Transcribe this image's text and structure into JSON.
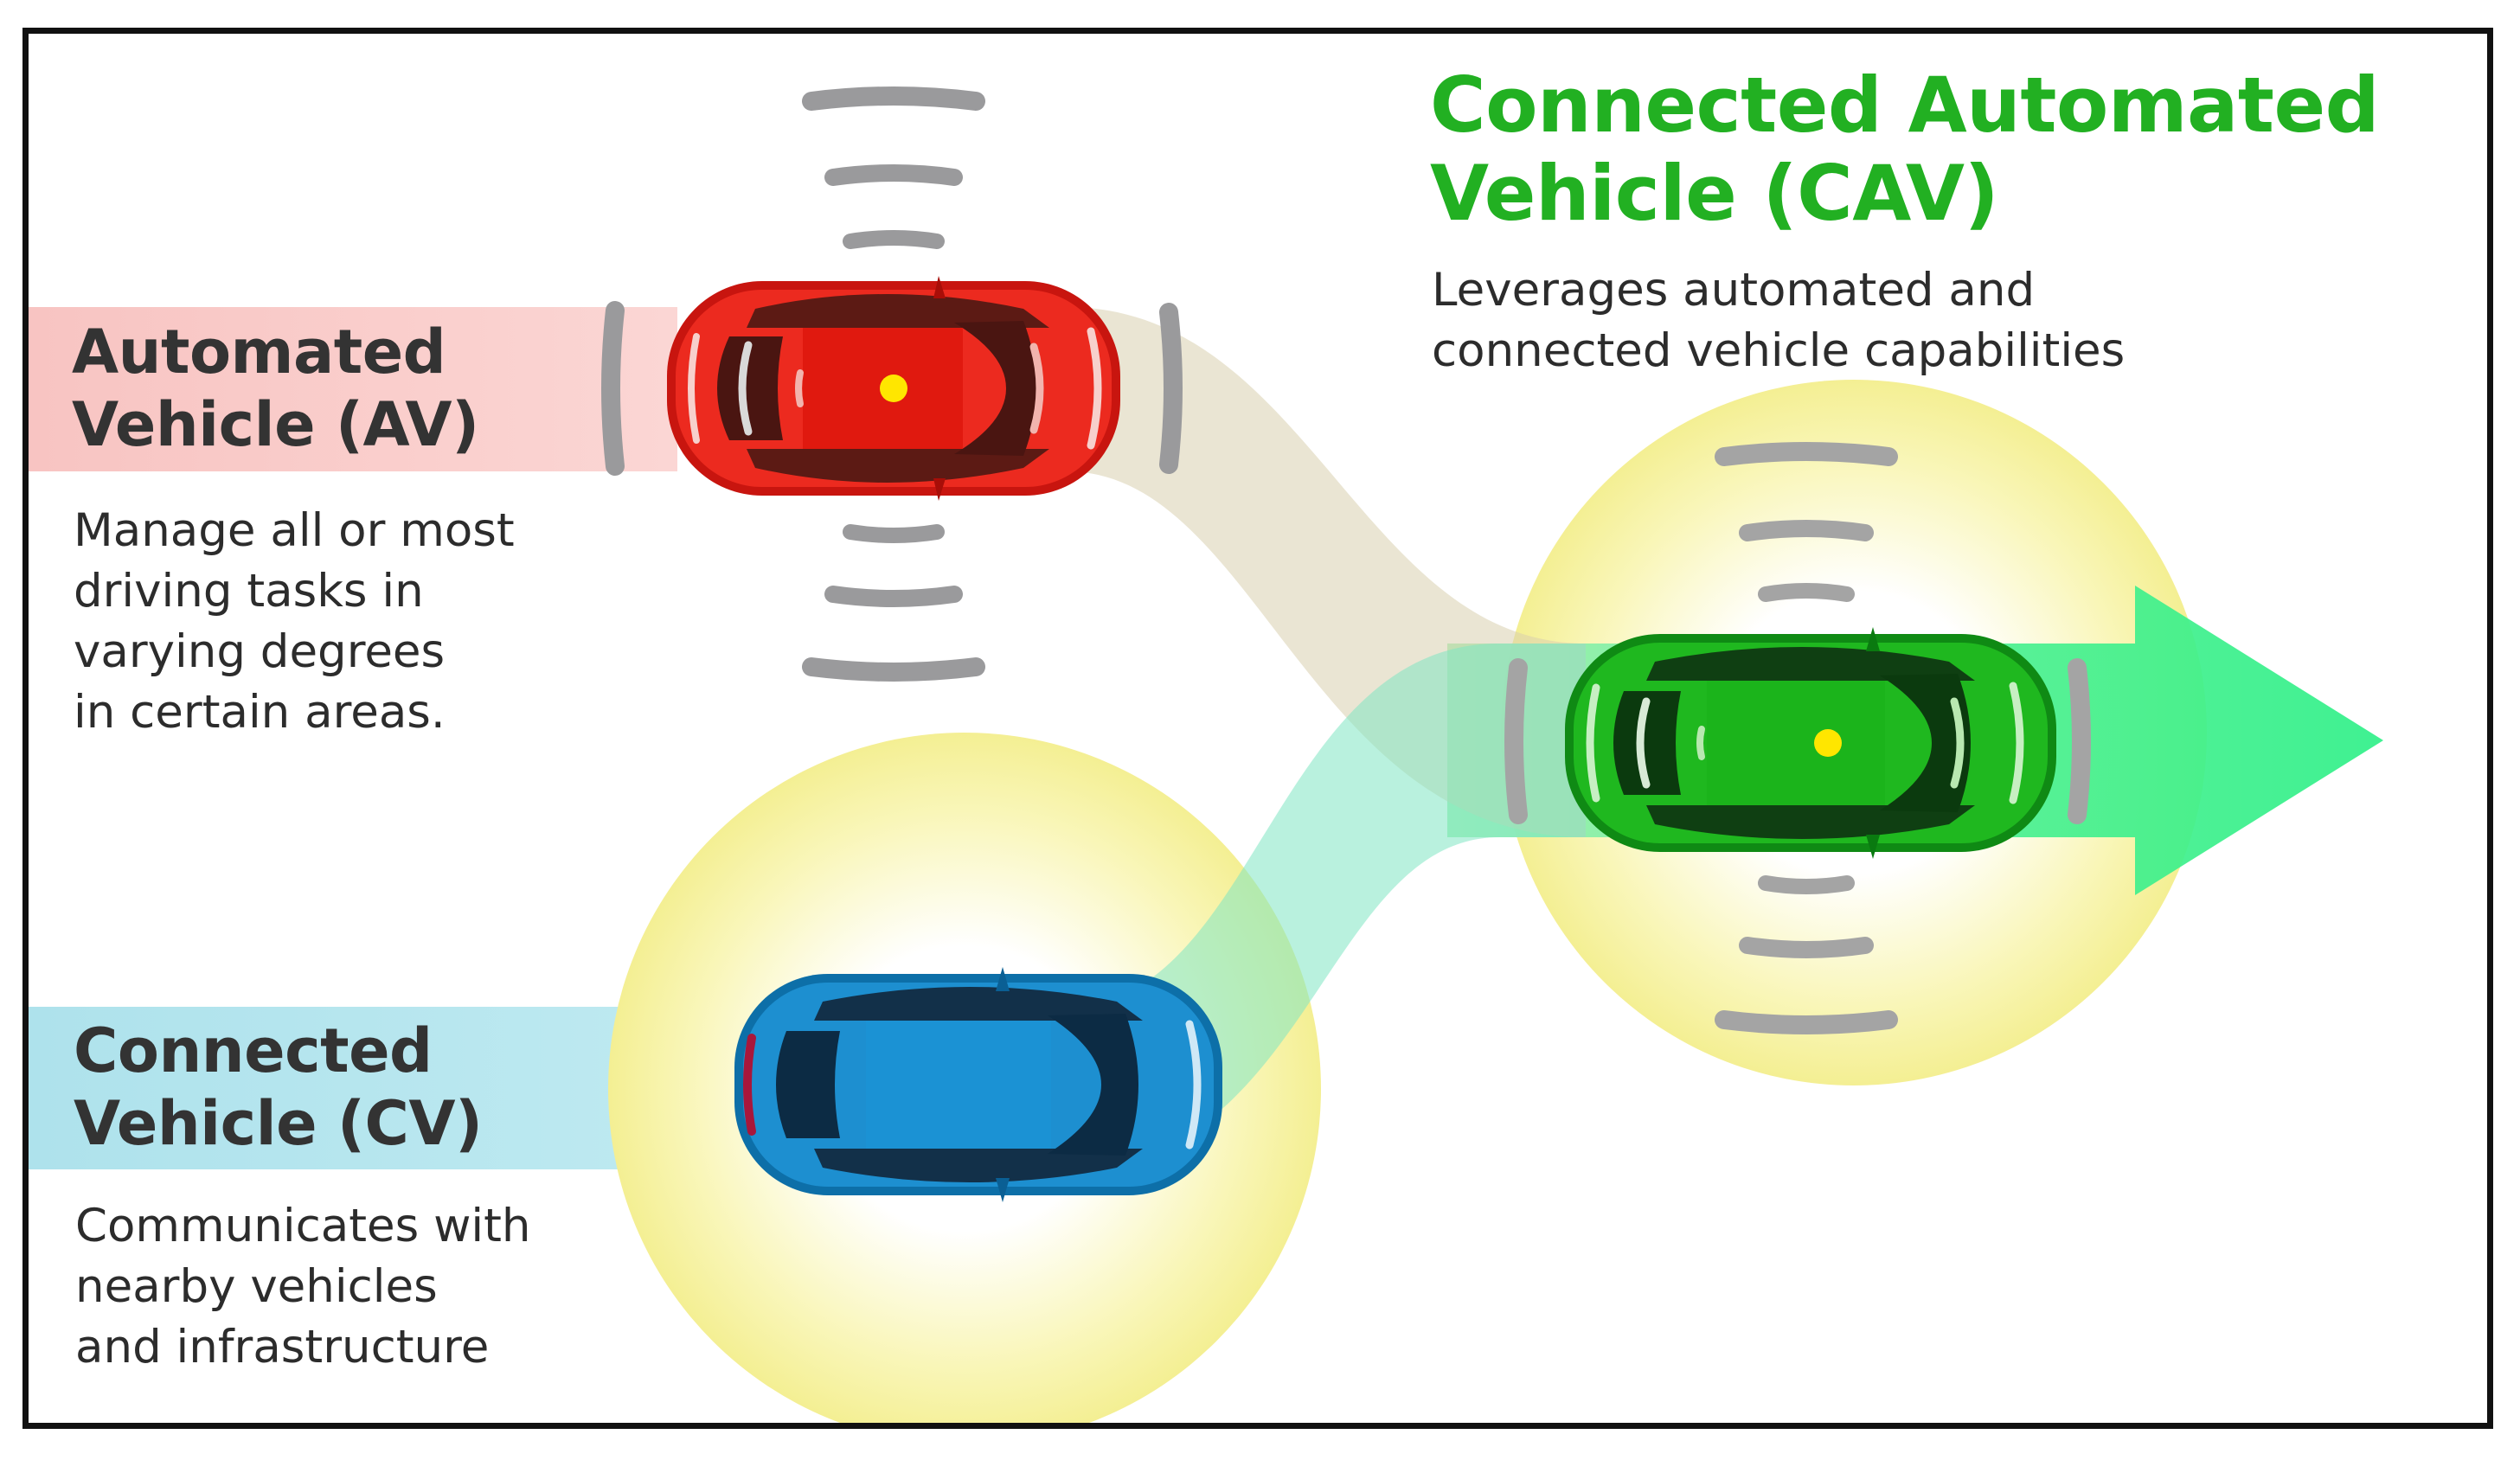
{
  "colors": {
    "av_red": "#e8231c",
    "cv_blue": "#1c8ed0",
    "cav_green": "#22b022",
    "arrow_green": "#3ef28a",
    "halo_yellow": "#f6f29a",
    "sensor_gray": "#9a9a9c",
    "av_band": "#f8c8c6",
    "cv_band": "#b6e6ee"
  },
  "av": {
    "title_line1": "Automated",
    "title_line2": "Vehicle (AV)",
    "desc_line1": "Manage all or most",
    "desc_line2": "driving tasks in",
    "desc_line3": "varying degrees",
    "desc_line4": "in certain areas."
  },
  "cv": {
    "title_line1": "Connected",
    "title_line2": "Vehicle (CV)",
    "desc_line1": "Communicates with",
    "desc_line2": "nearby vehicles",
    "desc_line3": "and infrastructure"
  },
  "cav": {
    "title_line1": "Connected Automated",
    "title_line2": "Vehicle (CAV)",
    "desc_line1": "Leverages automated and",
    "desc_line2": "connected vehicle capabilities"
  }
}
